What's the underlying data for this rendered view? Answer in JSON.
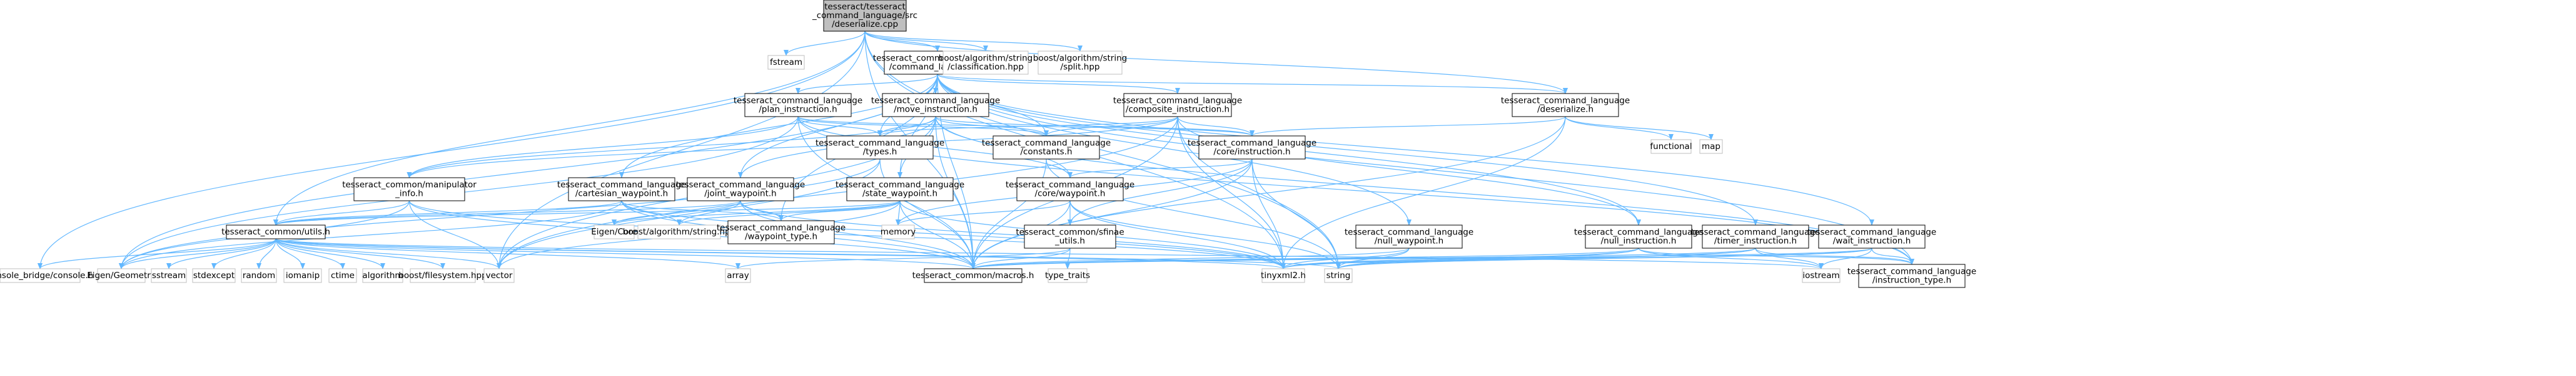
{
  "graph": {
    "nodes": [
      {
        "id": "deserialize_cpp",
        "lines": [
          "tesseract/tesseract",
          "_command_language/src",
          "/deserialize.cpp"
        ],
        "kind": "main"
      },
      {
        "id": "command_language_h",
        "lines": [
          "tesseract_command_language",
          "/command_language.h"
        ],
        "kind": "doc"
      },
      {
        "id": "fstream",
        "lines": [
          "fstream"
        ],
        "kind": "ext"
      },
      {
        "id": "classification_hpp",
        "lines": [
          "boost/algorithm/string",
          "/classification.hpp"
        ],
        "kind": "ext"
      },
      {
        "id": "split_hpp",
        "lines": [
          "boost/algorithm/string",
          "/split.hpp"
        ],
        "kind": "ext"
      },
      {
        "id": "plan_instruction_h",
        "lines": [
          "tesseract_command_language",
          "/plan_instruction.h"
        ],
        "kind": "doc"
      },
      {
        "id": "move_instruction_h",
        "lines": [
          "tesseract_command_language",
          "/move_instruction.h"
        ],
        "kind": "doc"
      },
      {
        "id": "composite_instruction_h",
        "lines": [
          "tesseract_command_language",
          "/composite_instruction.h"
        ],
        "kind": "doc"
      },
      {
        "id": "deserialize_h",
        "lines": [
          "tesseract_command_language",
          "/deserialize.h"
        ],
        "kind": "doc"
      },
      {
        "id": "types_h",
        "lines": [
          "tesseract_command_language",
          "/types.h"
        ],
        "kind": "doc"
      },
      {
        "id": "constants_h",
        "lines": [
          "tesseract_command_language",
          "/constants.h"
        ],
        "kind": "doc"
      },
      {
        "id": "core_instruction_h",
        "lines": [
          "tesseract_command_language",
          "/core/instruction.h"
        ],
        "kind": "doc"
      },
      {
        "id": "functional",
        "lines": [
          "functional"
        ],
        "kind": "ext"
      },
      {
        "id": "map",
        "lines": [
          "map"
        ],
        "kind": "ext"
      },
      {
        "id": "manipulator_info_h",
        "lines": [
          "tesseract_common/manipulator",
          "_info.h"
        ],
        "kind": "doc"
      },
      {
        "id": "cartesian_waypoint_h",
        "lines": [
          "tesseract_command_language",
          "/cartesian_waypoint.h"
        ],
        "kind": "doc"
      },
      {
        "id": "joint_waypoint_h",
        "lines": [
          "tesseract_command_language",
          "/joint_waypoint.h"
        ],
        "kind": "doc"
      },
      {
        "id": "state_waypoint_h",
        "lines": [
          "tesseract_command_language",
          "/state_waypoint.h"
        ],
        "kind": "doc"
      },
      {
        "id": "core_waypoint_h",
        "lines": [
          "tesseract_command_language",
          "/core/waypoint.h"
        ],
        "kind": "doc"
      },
      {
        "id": "utils_h",
        "lines": [
          "tesseract_common/utils.h"
        ],
        "kind": "doc"
      },
      {
        "id": "eigen_core",
        "lines": [
          "Eigen/Core"
        ],
        "kind": "ext"
      },
      {
        "id": "boost_string_hpp",
        "lines": [
          "boost/algorithm/string.hpp"
        ],
        "kind": "ext"
      },
      {
        "id": "waypoint_type_h",
        "lines": [
          "tesseract_command_language",
          "/waypoint_type.h"
        ],
        "kind": "doc"
      },
      {
        "id": "memory",
        "lines": [
          "memory"
        ],
        "kind": "ext"
      },
      {
        "id": "sfinae_utils_h",
        "lines": [
          "tesseract_common/sfinae",
          "_utils.h"
        ],
        "kind": "doc"
      },
      {
        "id": "type_traits",
        "lines": [
          "type_traits"
        ],
        "kind": "ext"
      },
      {
        "id": "null_waypoint_h",
        "lines": [
          "tesseract_command_language",
          "/null_waypoint.h"
        ],
        "kind": "doc"
      },
      {
        "id": "null_instruction_h",
        "lines": [
          "tesseract_command_language",
          "/null_instruction.h"
        ],
        "kind": "doc"
      },
      {
        "id": "timer_instruction_h",
        "lines": [
          "tesseract_command_language",
          "/timer_instruction.h"
        ],
        "kind": "doc"
      },
      {
        "id": "wait_instruction_h",
        "lines": [
          "tesseract_command_language",
          "/wait_instruction.h"
        ],
        "kind": "doc"
      },
      {
        "id": "console_h",
        "lines": [
          "console_bridge/console.h"
        ],
        "kind": "ext"
      },
      {
        "id": "eigen_geometry",
        "lines": [
          "Eigen/Geometry"
        ],
        "kind": "ext"
      },
      {
        "id": "sstream",
        "lines": [
          "sstream"
        ],
        "kind": "ext"
      },
      {
        "id": "stdexcept",
        "lines": [
          "stdexcept"
        ],
        "kind": "ext"
      },
      {
        "id": "random",
        "lines": [
          "random"
        ],
        "kind": "ext"
      },
      {
        "id": "iomanip",
        "lines": [
          "iomanip"
        ],
        "kind": "ext"
      },
      {
        "id": "ctime",
        "lines": [
          "ctime"
        ],
        "kind": "ext"
      },
      {
        "id": "algorithm",
        "lines": [
          "algorithm"
        ],
        "kind": "ext"
      },
      {
        "id": "filesystem_hpp",
        "lines": [
          "boost/filesystem.hpp"
        ],
        "kind": "ext"
      },
      {
        "id": "vector",
        "lines": [
          "vector"
        ],
        "kind": "ext"
      },
      {
        "id": "array",
        "lines": [
          "array"
        ],
        "kind": "ext"
      },
      {
        "id": "macros_h",
        "lines": [
          "tesseract_common/macros.h"
        ],
        "kind": "doc"
      },
      {
        "id": "tinyxml2_h",
        "lines": [
          "tinyxml2.h"
        ],
        "kind": "ext"
      },
      {
        "id": "string",
        "lines": [
          "string"
        ],
        "kind": "ext"
      },
      {
        "id": "iostream",
        "lines": [
          "iostream"
        ],
        "kind": "ext"
      },
      {
        "id": "instruction_type_h",
        "lines": [
          "tesseract_command_language",
          "/instruction_type.h"
        ],
        "kind": "doc"
      }
    ],
    "edges": [
      [
        "deserialize_cpp",
        "command_language_h"
      ],
      [
        "deserialize_cpp",
        "fstream"
      ],
      [
        "deserialize_cpp",
        "classification_hpp"
      ],
      [
        "deserialize_cpp",
        "split_hpp"
      ],
      [
        "deserialize_cpp",
        "deserialize_h"
      ],
      [
        "deserialize_cpp",
        "utils_h"
      ],
      [
        "deserialize_cpp",
        "console_h"
      ],
      [
        "deserialize_cpp",
        "vector"
      ],
      [
        "deserialize_cpp",
        "macros_h"
      ],
      [
        "deserialize_cpp",
        "tinyxml2_h"
      ],
      [
        "deserialize_cpp",
        "string"
      ],
      [
        "command_language_h",
        "plan_instruction_h"
      ],
      [
        "command_language_h",
        "move_instruction_h"
      ],
      [
        "command_language_h",
        "composite_instruction_h"
      ],
      [
        "command_language_h",
        "deserialize_h"
      ],
      [
        "command_language_h",
        "types_h"
      ],
      [
        "command_language_h",
        "constants_h"
      ],
      [
        "command_language_h",
        "cartesian_waypoint_h"
      ],
      [
        "command_language_h",
        "joint_waypoint_h"
      ],
      [
        "command_language_h",
        "state_waypoint_h"
      ],
      [
        "command_language_h",
        "null_waypoint_h"
      ],
      [
        "command_language_h",
        "null_instruction_h"
      ],
      [
        "command_language_h",
        "timer_instruction_h"
      ],
      [
        "command_language_h",
        "wait_instruction_h"
      ],
      [
        "command_language_h",
        "waypoint_type_h"
      ],
      [
        "command_language_h",
        "instruction_type_h"
      ],
      [
        "command_language_h",
        "eigen_geometry"
      ],
      [
        "command_language_h",
        "macros_h"
      ],
      [
        "plan_instruction_h",
        "types_h"
      ],
      [
        "plan_instruction_h",
        "constants_h"
      ],
      [
        "plan_instruction_h",
        "core_instruction_h"
      ],
      [
        "plan_instruction_h",
        "core_waypoint_h"
      ],
      [
        "plan_instruction_h",
        "manipulator_info_h"
      ],
      [
        "plan_instruction_h",
        "eigen_geometry"
      ],
      [
        "plan_instruction_h",
        "macros_h"
      ],
      [
        "plan_instruction_h",
        "instruction_type_h"
      ],
      [
        "move_instruction_h",
        "types_h"
      ],
      [
        "move_instruction_h",
        "constants_h"
      ],
      [
        "move_instruction_h",
        "core_instruction_h"
      ],
      [
        "move_instruction_h",
        "core_waypoint_h"
      ],
      [
        "move_instruction_h",
        "manipulator_info_h"
      ],
      [
        "move_instruction_h",
        "joint_waypoint_h"
      ],
      [
        "move_instruction_h",
        "state_waypoint_h"
      ],
      [
        "move_instruction_h",
        "vector"
      ],
      [
        "move_instruction_h",
        "macros_h"
      ],
      [
        "move_instruction_h",
        "instruction_type_h"
      ],
      [
        "composite_instruction_h",
        "core_instruction_h"
      ],
      [
        "composite_instruction_h",
        "types_h"
      ],
      [
        "composite_instruction_h",
        "constants_h"
      ],
      [
        "composite_instruction_h",
        "null_instruction_h"
      ],
      [
        "composite_instruction_h",
        "manipulator_info_h"
      ],
      [
        "composite_instruction_h",
        "string"
      ],
      [
        "composite_instruction_h",
        "tinyxml2_h"
      ],
      [
        "composite_instruction_h",
        "vector"
      ],
      [
        "composite_instruction_h",
        "macros_h"
      ],
      [
        "deserialize_h",
        "core_instruction_h"
      ],
      [
        "deserialize_h",
        "functional"
      ],
      [
        "deserialize_h",
        "map"
      ],
      [
        "deserialize_h",
        "tinyxml2_h"
      ],
      [
        "deserialize_h",
        "macros_h"
      ],
      [
        "types_h",
        "vector"
      ],
      [
        "types_h",
        "eigen_geometry"
      ],
      [
        "types_h",
        "macros_h"
      ],
      [
        "constants_h",
        "string"
      ],
      [
        "constants_h",
        "macros_h"
      ],
      [
        "core_instruction_h",
        "core_waypoint_h"
      ],
      [
        "core_instruction_h",
        "sfinae_utils_h"
      ],
      [
        "core_instruction_h",
        "tinyxml2_h"
      ],
      [
        "core_instruction_h",
        "string"
      ],
      [
        "core_instruction_h",
        "macros_h"
      ],
      [
        "core_instruction_h",
        "memory"
      ],
      [
        "manipulator_info_h",
        "utils_h"
      ],
      [
        "manipulator_info_h",
        "eigen_geometry"
      ],
      [
        "manipulator_info_h",
        "tinyxml2_h"
      ],
      [
        "manipulator_info_h",
        "vector"
      ],
      [
        "manipulator_info_h",
        "macros_h"
      ],
      [
        "cartesian_waypoint_h",
        "eigen_geometry"
      ],
      [
        "cartesian_waypoint_h",
        "waypoint_type_h"
      ],
      [
        "cartesian_waypoint_h",
        "utils_h"
      ],
      [
        "cartesian_waypoint_h",
        "tinyxml2_h"
      ],
      [
        "cartesian_waypoint_h",
        "macros_h"
      ],
      [
        "cartesian_waypoint_h",
        "boost_string_hpp"
      ],
      [
        "joint_waypoint_h",
        "eigen_core"
      ],
      [
        "joint_waypoint_h",
        "waypoint_type_h"
      ],
      [
        "joint_waypoint_h",
        "utils_h"
      ],
      [
        "joint_waypoint_h",
        "boost_string_hpp"
      ],
      [
        "joint_waypoint_h",
        "macros_h"
      ],
      [
        "joint_waypoint_h",
        "tinyxml2_h"
      ],
      [
        "state_waypoint_h",
        "eigen_core"
      ],
      [
        "state_waypoint_h",
        "waypoint_type_h"
      ],
      [
        "state_waypoint_h",
        "utils_h"
      ],
      [
        "state_waypoint_h",
        "boost_string_hpp"
      ],
      [
        "state_waypoint_h",
        "memory"
      ],
      [
        "state_waypoint_h",
        "vector"
      ],
      [
        "state_waypoint_h",
        "macros_h"
      ],
      [
        "state_waypoint_h",
        "tinyxml2_h"
      ],
      [
        "core_waypoint_h",
        "memory"
      ],
      [
        "core_waypoint_h",
        "sfinae_utils_h"
      ],
      [
        "core_waypoint_h",
        "tinyxml2_h"
      ],
      [
        "core_waypoint_h",
        "string"
      ],
      [
        "core_waypoint_h",
        "macros_h"
      ],
      [
        "utils_h",
        "console_h"
      ],
      [
        "utils_h",
        "eigen_geometry"
      ],
      [
        "utils_h",
        "sstream"
      ],
      [
        "utils_h",
        "stdexcept"
      ],
      [
        "utils_h",
        "random"
      ],
      [
        "utils_h",
        "iomanip"
      ],
      [
        "utils_h",
        "ctime"
      ],
      [
        "utils_h",
        "algorithm"
      ],
      [
        "utils_h",
        "filesystem_hpp"
      ],
      [
        "utils_h",
        "vector"
      ],
      [
        "utils_h",
        "array"
      ],
      [
        "utils_h",
        "macros_h"
      ],
      [
        "utils_h",
        "tinyxml2_h"
      ],
      [
        "utils_h",
        "string"
      ],
      [
        "utils_h",
        "iostream"
      ],
      [
        "sfinae_utils_h",
        "type_traits"
      ],
      [
        "sfinae_utils_h",
        "macros_h"
      ],
      [
        "sfinae_utils_h",
        "array"
      ],
      [
        "null_waypoint_h",
        "tinyxml2_h"
      ],
      [
        "null_waypoint_h",
        "macros_h"
      ],
      [
        "null_waypoint_h",
        "string"
      ],
      [
        "null_instruction_h",
        "instruction_type_h"
      ],
      [
        "null_instruction_h",
        "macros_h"
      ],
      [
        "null_instruction_h",
        "iostream"
      ],
      [
        "null_instruction_h",
        "tinyxml2_h"
      ],
      [
        "null_instruction_h",
        "string"
      ],
      [
        "timer_instruction_h",
        "instruction_type_h"
      ],
      [
        "timer_instruction_h",
        "macros_h"
      ],
      [
        "timer_instruction_h",
        "iostream"
      ],
      [
        "timer_instruction_h",
        "tinyxml2_h"
      ],
      [
        "timer_instruction_h",
        "string"
      ],
      [
        "wait_instruction_h",
        "instruction_type_h"
      ],
      [
        "wait_instruction_h",
        "macros_h"
      ],
      [
        "wait_instruction_h",
        "iostream"
      ],
      [
        "wait_instruction_h",
        "tinyxml2_h"
      ],
      [
        "wait_instruction_h",
        "string"
      ]
    ]
  }
}
